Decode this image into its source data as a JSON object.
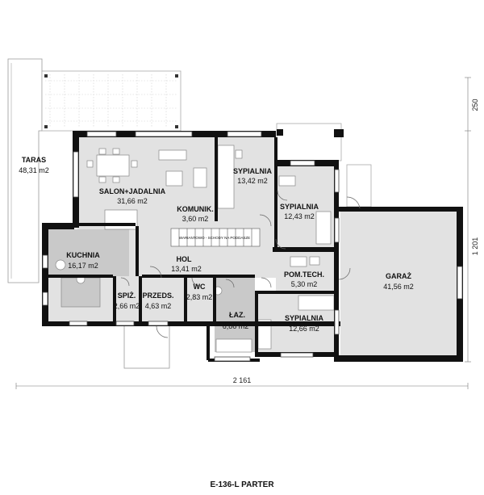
{
  "title": "E-136-L PARTER",
  "dimensions": {
    "total_width": "2 161",
    "total_depth": "1 201",
    "terrace_depth": "250"
  },
  "stairs_note": "WARIANTOWO - SCHODY NA PODDASZE",
  "rooms": {
    "taras": {
      "name": "TARAS",
      "area": "48,31 m2"
    },
    "salon": {
      "name": "SALON+JADALNIA",
      "area": "31,66 m2"
    },
    "komunik": {
      "name": "KOMUNIK.",
      "area": "3,60 m2"
    },
    "syp1": {
      "name": "SYPIALNIA",
      "area": "13,42 m2"
    },
    "syp2": {
      "name": "SYPIALNIA",
      "area": "12,43 m2"
    },
    "kuchnia": {
      "name": "KUCHNIA",
      "area": "16,17 m2"
    },
    "hol": {
      "name": "HOL",
      "area": "13,41 m2"
    },
    "pomtech": {
      "name": "POM.TECH.",
      "area": "5,30 m2"
    },
    "garaz": {
      "name": "GARAŻ",
      "area": "41,56 m2"
    },
    "spiz": {
      "name": "SPIŻ.",
      "area": "2,66 m2"
    },
    "przeds": {
      "name": "PRZEDS.",
      "area": "4,63 m2"
    },
    "wc": {
      "name": "WC",
      "area": "2,83 m2"
    },
    "laz": {
      "name": "ŁAZ.",
      "area": "6,86 m2"
    },
    "syp3": {
      "name": "SYPIALNIA",
      "area": "12,66 m2"
    }
  }
}
